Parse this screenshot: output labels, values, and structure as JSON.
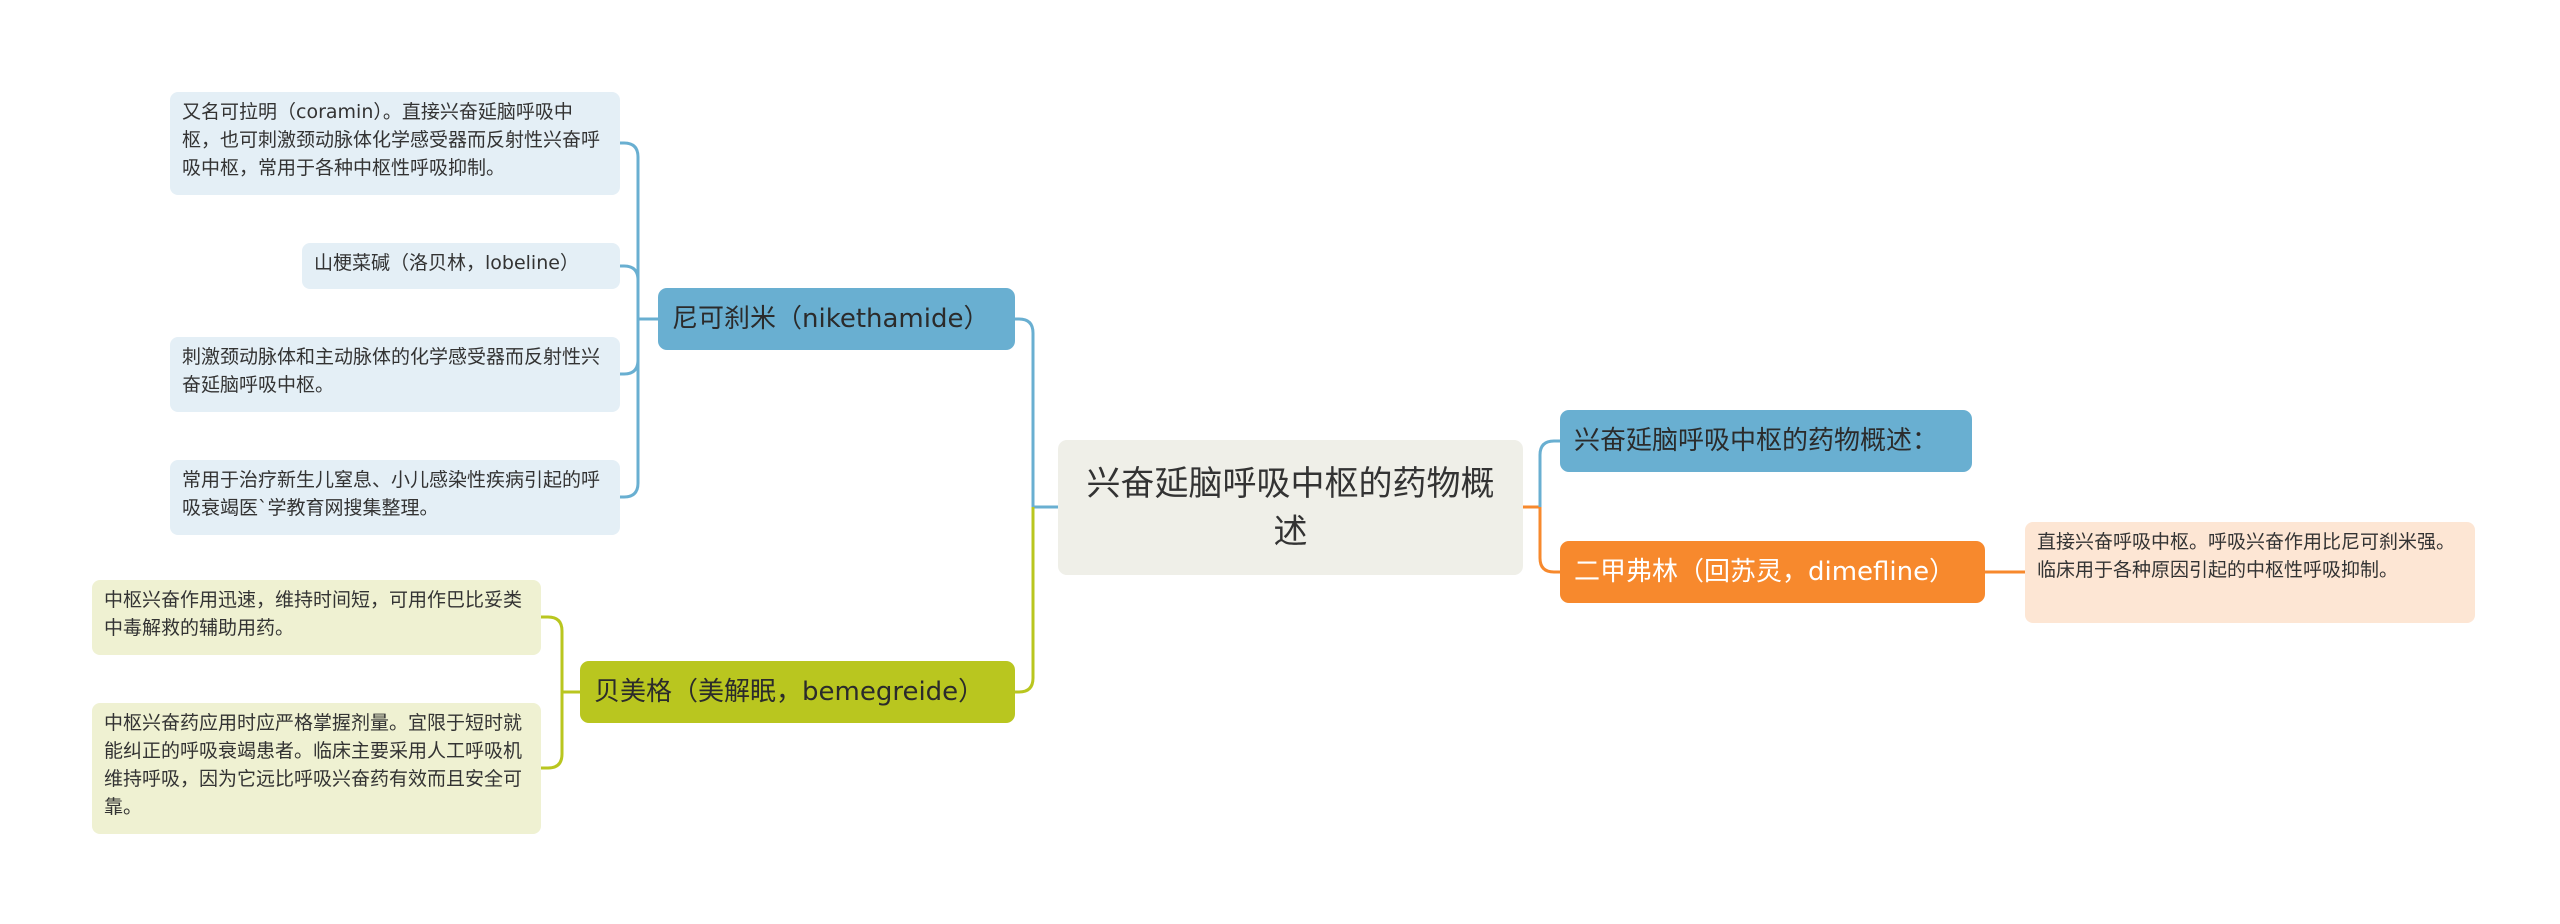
{
  "mindmap": {
    "root": "兴奋延脑呼吸中枢的药物概述",
    "branches": [
      {
        "label": "尼可刹米（nikethamide）",
        "color": "#69afd1",
        "leaves": [
          "又名可拉明（coramin）。直接兴奋延脑呼吸中枢，也可刺激颈动脉体化学感受器而反射性兴奋呼吸中枢，常用于各种中枢性呼吸抑制。",
          "山梗菜碱（洛贝林，lobeline）",
          "刺激颈动脉体和主动脉体的化学感受器而反射性兴奋延脑呼吸中枢。",
          "常用于治疗新生儿窒息、小儿感染性疾病引起的呼吸衰竭医`学教育网搜集整理。"
        ]
      },
      {
        "label": "贝美格（美解眠，bemegreide）",
        "color": "#b9c61f",
        "leaves": [
          "中枢兴奋作用迅速，维持时间短，可用作巴比妥类中毒解救的辅助用药。",
          "中枢兴奋药应用时应严格掌握剂量。宜限于短时就能纠正的呼吸衰竭患者。临床主要采用人工呼吸机维持呼吸，因为它远比呼吸兴奋药有效而且安全可靠。"
        ]
      },
      {
        "label": "兴奋延脑呼吸中枢的药物概述：",
        "color": "#69afd1",
        "leaves": []
      },
      {
        "label": "二甲弗林（回苏灵，dimefline）",
        "color": "#f7892d",
        "leaves": [
          "直接兴奋呼吸中枢。呼吸兴奋作用比尼可刹米强。临床用于各种原因引起的中枢性呼吸抑制。"
        ]
      }
    ]
  }
}
